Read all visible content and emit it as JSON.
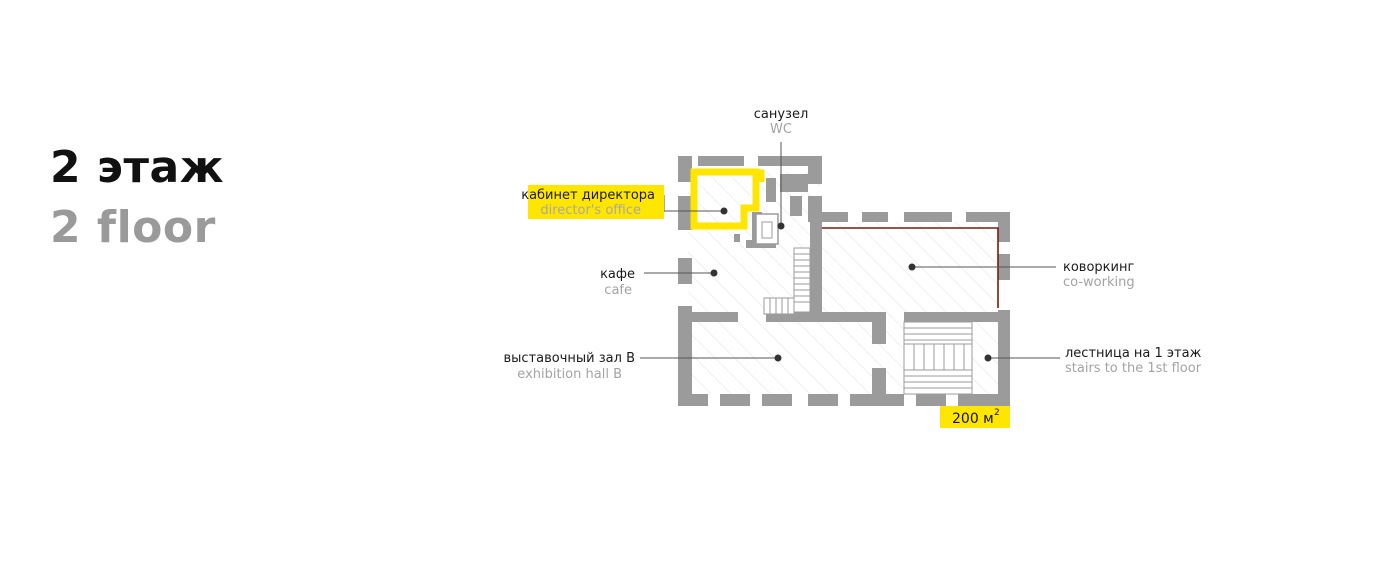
{
  "heading": {
    "title_ru": "2 этаж",
    "title_en": "2 floor"
  },
  "labels": {
    "wc": {
      "ru": "санузел",
      "en": "WC"
    },
    "director": {
      "ru": "кабинет директора",
      "en": "director's office"
    },
    "cafe": {
      "ru": "кафе",
      "en": "cafe"
    },
    "coworking": {
      "ru": "коворкинг",
      "en": "co-working"
    },
    "hall": {
      "ru": "выставочный зал B",
      "en": "exhibition hall B"
    },
    "stairs": {
      "ru": "лестница на 1 этаж",
      "en": "stairs to the 1st floor"
    }
  },
  "area": {
    "value": "200 м",
    "superscript": "2"
  },
  "colors": {
    "wall": "#9b9b9b",
    "highlight": "#ffe600",
    "coworking_outline": "#7a1a0a",
    "floor_hatch": "#e2e2e2",
    "leader": "#555555"
  }
}
